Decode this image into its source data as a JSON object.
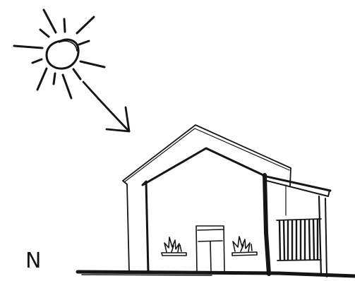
{
  "figure": {
    "compass": {
      "north_label": "N"
    },
    "colors": {
      "ink": "#151515",
      "background": "#ffffff"
    },
    "elements": [
      {
        "name": "sun-icon",
        "kind": "sun"
      },
      {
        "name": "sun-ray-arrow",
        "kind": "arrow"
      },
      {
        "name": "house-sketch",
        "kind": "house"
      },
      {
        "name": "ground-line",
        "kind": "ground"
      }
    ]
  }
}
